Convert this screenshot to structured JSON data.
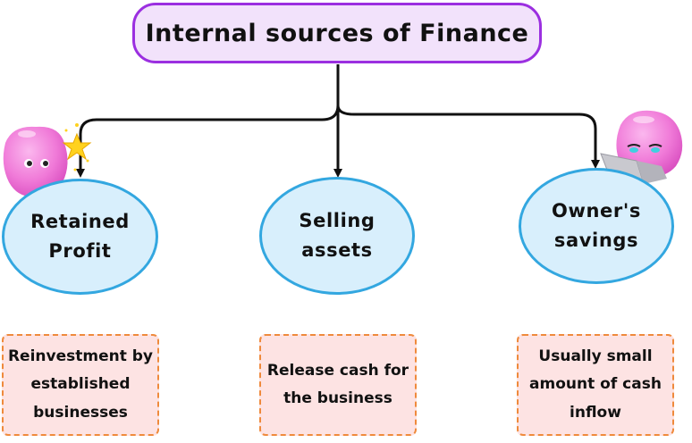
{
  "title": "Internal sources of Finance",
  "sources": [
    {
      "label": "Retained\nProfit",
      "note": "Reinvestment by\nestablished\nbusinesses"
    },
    {
      "label": "Selling\nassets",
      "note": "Release cash for\nthe business"
    },
    {
      "label": "Owner's\nsavings",
      "note": "Usually small\namount of cash\ninflow"
    }
  ],
  "colors": {
    "title_border": "#9b2fe0",
    "title_fill": "#f2e2fb",
    "bubble_border": "#33a7e0",
    "bubble_fill": "#d8effc",
    "note_border": "#ef8a3c",
    "note_fill": "#fde3e3",
    "mascot": "#f07ad8",
    "star": "#ffd21e"
  },
  "icons": [
    "pink-blob-mascot-icon",
    "star-icon",
    "laptop-icon"
  ]
}
